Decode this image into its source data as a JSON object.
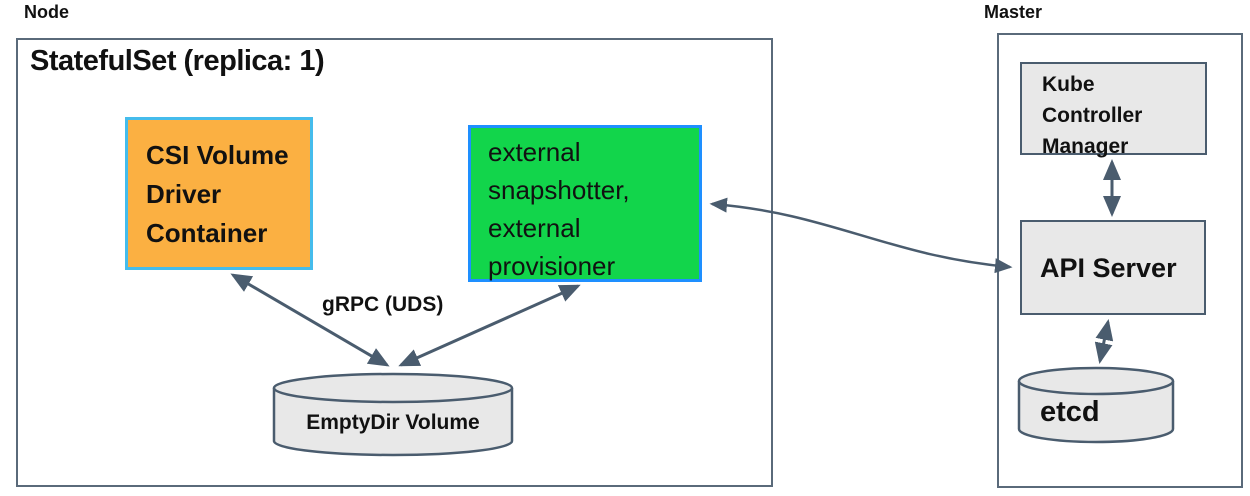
{
  "colors": {
    "stroke_dark": "#4a5c6e",
    "box_border": "#5a6a7a",
    "gray_fill": "#e8e8e8",
    "orange_fill": "#fbb042",
    "orange_border": "#45bcec",
    "green_fill": "#12d54b",
    "green_border": "#1e8fff",
    "text": "#111111"
  },
  "node": {
    "label": "Node",
    "statefulset_label": "StatefulSet (replica: 1)",
    "csi_container": {
      "lines": [
        "CSI Volume",
        "Driver",
        "Container"
      ]
    },
    "sidecars": {
      "lines": [
        "external",
        "snapshotter,",
        "external",
        "provisioner"
      ]
    },
    "grpc_label": "gRPC (UDS)",
    "emptydir_label": "EmptyDir Volume"
  },
  "master": {
    "label": "Master",
    "kube_controller_manager": {
      "lines": [
        "Kube",
        "Controller",
        "Manager"
      ]
    },
    "api_server_label": "API Server",
    "etcd_label": "etcd"
  }
}
